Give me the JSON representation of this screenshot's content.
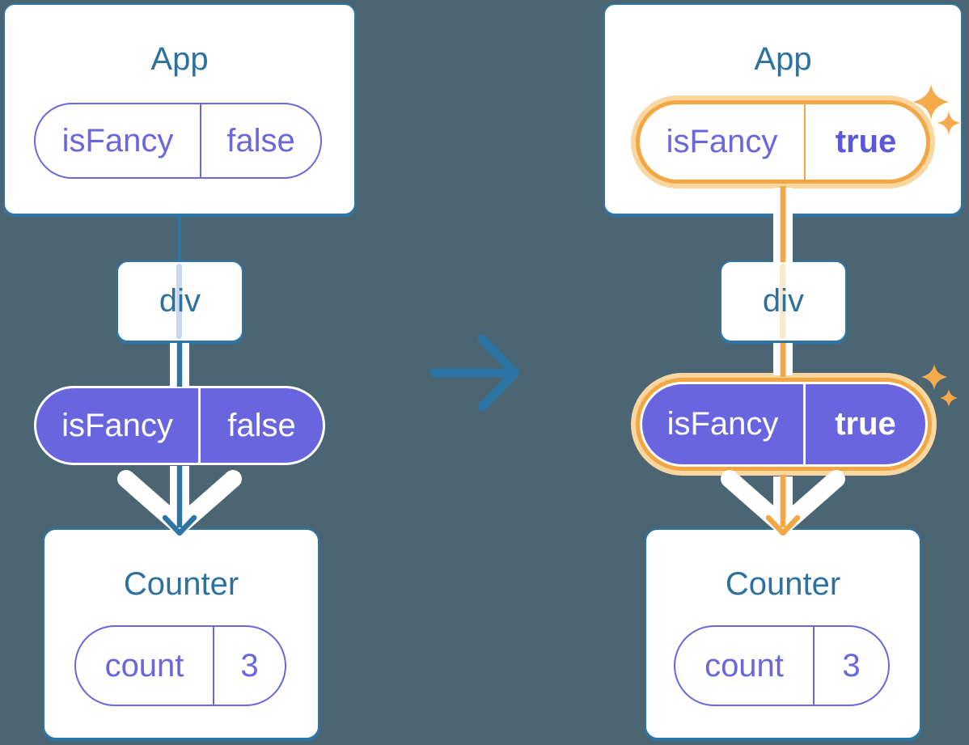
{
  "diagram": "context-prop-tree-before-after",
  "colors": {
    "background": "#4B6672",
    "card_border_teal": "#2E75A3",
    "teal_text": "#2E719D",
    "transition_arrow": "#2B74A4",
    "purple_fill": "#6865DE",
    "purple_text": "#6A66DB",
    "purple_bold_text": "#5B57D9",
    "orange": "#F2A644",
    "orange_light_ring": "#FAD7A1",
    "orange_faint_line": "#FBE9CF",
    "blue_faint_line": "#C8D8EA",
    "white": "#FFFFFF",
    "sparkle": "#F5AB4C"
  },
  "panels": [
    {
      "state": "before",
      "highlighted": false,
      "app": {
        "title": "App",
        "prop": {
          "key": "isFancy",
          "value": "false"
        }
      },
      "container": {
        "label": "div"
      },
      "context_pill": {
        "key": "isFancy",
        "value": "false"
      },
      "counter": {
        "title": "Counter",
        "state_pill": {
          "key": "count",
          "value": "3"
        }
      }
    },
    {
      "state": "after",
      "highlighted": true,
      "app": {
        "title": "App",
        "prop": {
          "key": "isFancy",
          "value": "true"
        }
      },
      "container": {
        "label": "div"
      },
      "context_pill": {
        "key": "isFancy",
        "value": "true"
      },
      "counter": {
        "title": "Counter",
        "state_pill": {
          "key": "count",
          "value": "3"
        }
      }
    }
  ]
}
